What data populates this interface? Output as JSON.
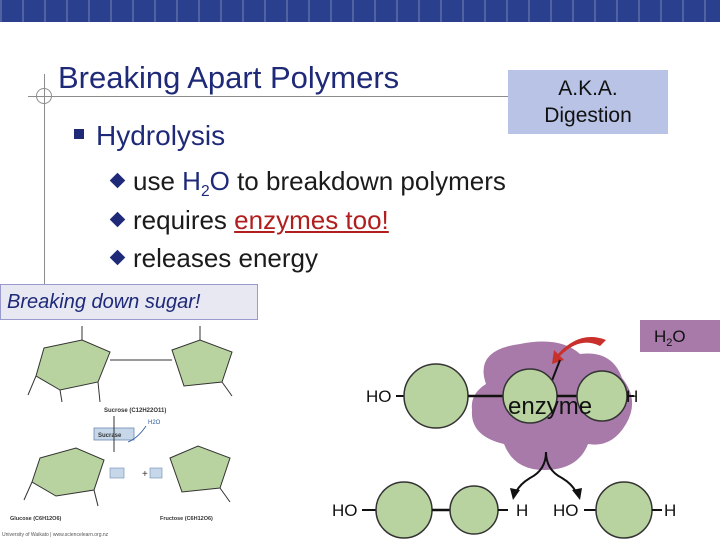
{
  "slide": {
    "title": "Breaking Apart Polymers",
    "aka": [
      "A.K.A.",
      "Digestion"
    ],
    "main_bullet": "Hydrolysis",
    "sub_bullets": [
      {
        "pre": "use ",
        "h": "H",
        "sub": "2",
        "o": "O",
        "post": " to breakdown polymers"
      },
      {
        "pre": "requires ",
        "red": "enzymes too!"
      },
      {
        "pre": "releases energy"
      }
    ],
    "sugar_box": "Breaking down sugar!"
  },
  "figure": {
    "sucrose_caption": "Sucrose (C12H22O11)",
    "sucrase_label": "Sucrase",
    "water_label": "H2O",
    "glucose_caption": "Glucose (C6H12O6)",
    "fructose_caption": "Fructose (C6H12O6)",
    "credit": "University of Waikato | www.sciencelearn.org.nz"
  },
  "mechanism": {
    "water_h": "H",
    "water_sub": "2",
    "water_o": "O",
    "enzyme": "enzyme",
    "ho_top": "HO",
    "h_top": "H",
    "ho_left": "HO",
    "h_mid": "H",
    "ho_mid": "HO",
    "h_right": "H"
  },
  "colors": {
    "title": "#1e2a78",
    "aka_box": "#b8c3e6",
    "enzyme": "#a77aa9",
    "monomer": "#b8d3a0",
    "accent_red": "#b01e1e"
  }
}
